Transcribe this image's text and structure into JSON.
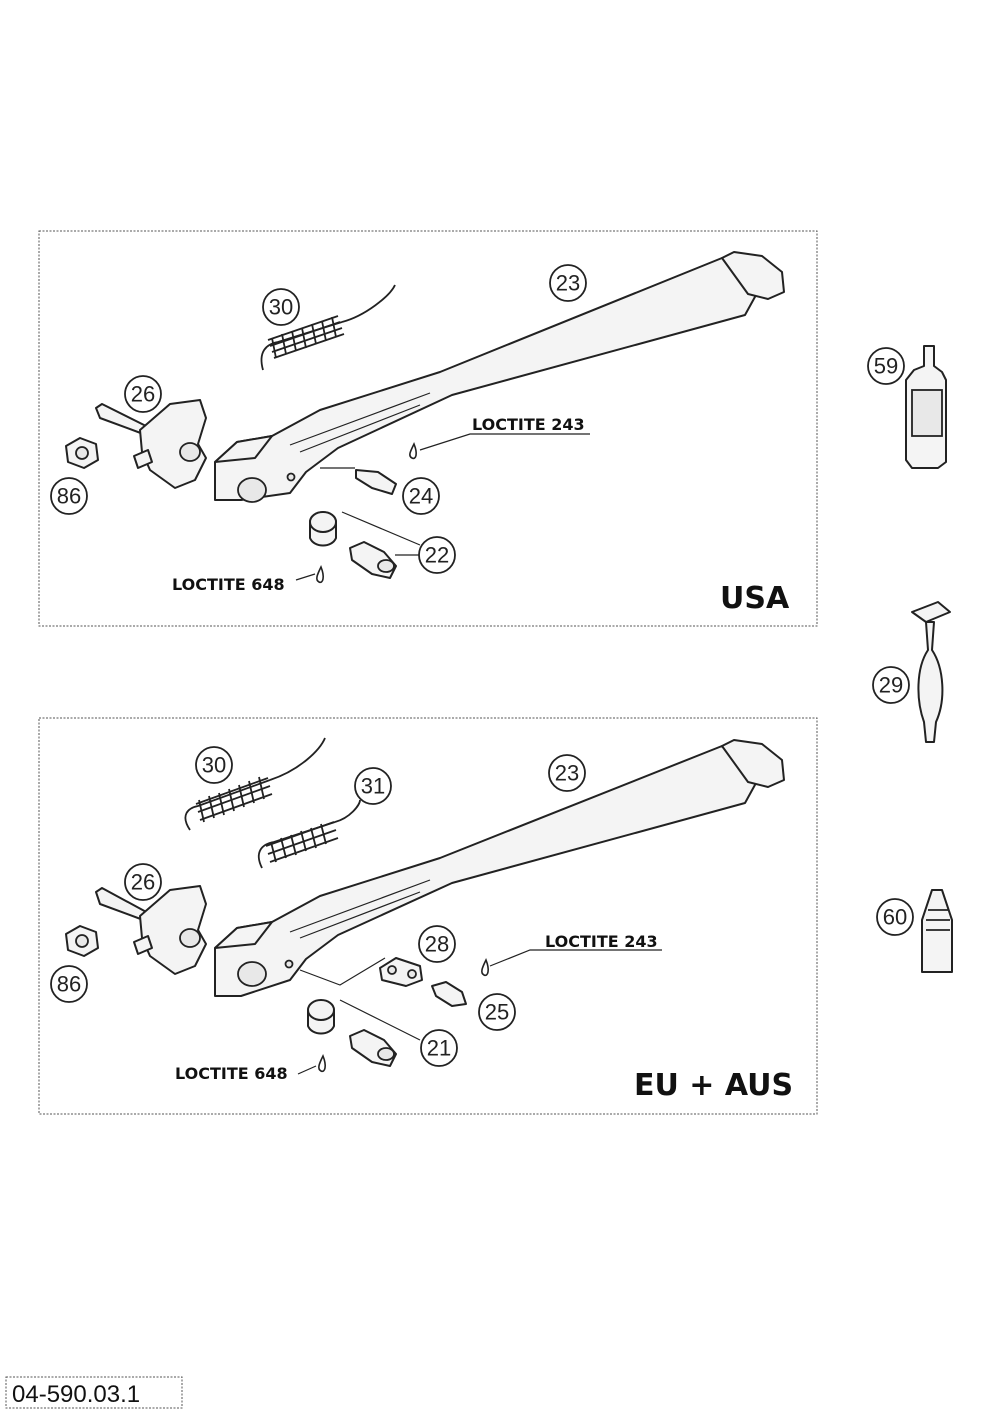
{
  "panels": {
    "usa": {
      "region_label": "USA",
      "loctite_243": "LOCTITE 243",
      "loctite_648": "LOCTITE 648",
      "callouts": {
        "c23": "23",
        "c30": "30",
        "c26": "26",
        "c86": "86",
        "c24": "24",
        "c22": "22"
      }
    },
    "eu": {
      "region_label": "EU + AUS",
      "loctite_243": "LOCTITE 243",
      "loctite_648": "LOCTITE 648",
      "callouts": {
        "c30": "30",
        "c31": "31",
        "c23": "23",
        "c26": "26",
        "c86": "86",
        "c28": "28",
        "c25": "25",
        "c21": "21"
      }
    }
  },
  "side_parts": {
    "c59": "59",
    "c29": "29",
    "c60": "60"
  },
  "drawing_code": "04-590.03.1"
}
